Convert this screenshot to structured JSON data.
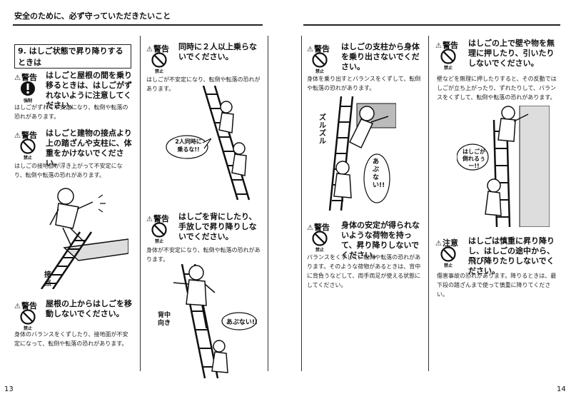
{
  "header": {
    "title": "安全のために、必ず守っていただきたいこと"
  },
  "pages": {
    "left": "13",
    "right": "14"
  },
  "section": {
    "title": "9. はしご状態で昇り降りするときは"
  },
  "labels": {
    "warning": "警告",
    "caution": "注意",
    "mandatory": "強制",
    "prohibited": "禁止"
  },
  "warnings": [
    {
      "type": "警告",
      "symbol": "mandatory",
      "text": "はしごと屋根の間を乗り移るときは、はしごがずれないように注意してください。",
      "desc": "はしごがずれて不安定になり、転倒や転落の恐れがあります。"
    },
    {
      "type": "警告",
      "symbol": "prohibited",
      "text": "はしごと建物の接点より上の踏ざんや支柱に、体重をかけないでください。",
      "desc": "はしごの接地部が浮き上がって不安定になり、転倒や転落の恐れがあります。"
    },
    {
      "type": "警告",
      "symbol": "prohibited",
      "text": "屋根の上からはしごを移動しないでください。",
      "desc": "身体のバランスをくずしたり、接地面が不安定になって、転倒や転落の恐れがあります。"
    },
    {
      "type": "警告",
      "symbol": "prohibited",
      "text": "同時に２人以上乗らないでください。",
      "desc": "はしごが不安定になり、転倒や転落の恐れがあります。"
    },
    {
      "type": "警告",
      "symbol": "prohibited",
      "text": "はしごを背にしたり、手放しで昇り降りしないでください。",
      "desc": "身体が不安定になり、転倒や転落の恐れがあります。"
    },
    {
      "type": "警告",
      "symbol": "prohibited",
      "text": "はしごの支柱から身体を乗り出さないでください。",
      "desc": "身体を乗り出すとバランスをくずして、転倒や転落の恐れがあります。"
    },
    {
      "type": "警告",
      "symbol": "prohibited",
      "text": "身体の安定が得られないような荷物を持って、昇り降りしないでください。",
      "desc": "バランスをくずして、転倒や転落の恐れがあります。そのような荷物があるときは、背中に背負うなどして、両手両足が使える状態にしてください。"
    },
    {
      "type": "警告",
      "symbol": "prohibited",
      "text": "はしごの上で壁や物を無理に押したり、引いたりしないでください。",
      "desc": "壁などを無理に押したりすると、その反動ではしごが立ち上がったり、ずれたりして、バランスをくずして、転倒や転落の恐れがあります。"
    },
    {
      "type": "注意",
      "symbol": "prohibited",
      "text": "はしごは慎重に昇り降りし、はしごの途中から、飛び降りたりしないでください。",
      "desc": "傷害事故の恐れがあります。降りるときは、最下段の踏ざんまで使って慎重に降りてください。"
    }
  ],
  "callouts": {
    "contact": "接点",
    "two_people": "2人同時に乗るな!!",
    "back_facing": "背中向き",
    "danger": "あぶない!!",
    "slip": "ズルズル",
    "danger2": "あぶない!!",
    "falling": "はしごが倒れるぅー!!"
  }
}
